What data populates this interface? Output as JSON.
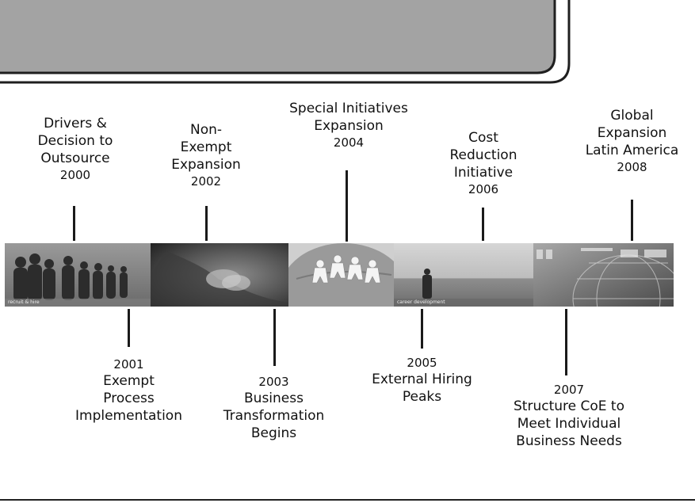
{
  "events": [
    {
      "year": "2000",
      "lines": [
        "Drivers &",
        "Decision to",
        "Outsource"
      ]
    },
    {
      "year": "2001",
      "lines": [
        "Exempt",
        "Process",
        "Implementation"
      ]
    },
    {
      "year": "2002",
      "lines": [
        "Non-",
        "Exempt",
        "Expansion"
      ]
    },
    {
      "year": "2003",
      "lines": [
        "Business",
        "Transformation",
        "Begins"
      ]
    },
    {
      "year": "2004",
      "lines": [
        "Special Initiatives",
        "Expansion"
      ]
    },
    {
      "year": "2005",
      "lines": [
        "External Hiring",
        "Peaks"
      ]
    },
    {
      "year": "2006",
      "lines": [
        "Cost",
        "Reduction",
        "Initiative"
      ]
    },
    {
      "year": "2007",
      "lines": [
        "Structure CoE to",
        "Meet Individual",
        "Business Needs"
      ]
    },
    {
      "year": "2008",
      "lines": [
        "Global",
        "Expansion",
        "Latin America"
      ]
    }
  ],
  "strip_captions": {
    "recruit": "recruit & hire",
    "career": "career development"
  },
  "colors": {
    "header_fill": "#a3a3a3",
    "header_border": "#1f1f1f",
    "tick": "#1a1a1a"
  }
}
